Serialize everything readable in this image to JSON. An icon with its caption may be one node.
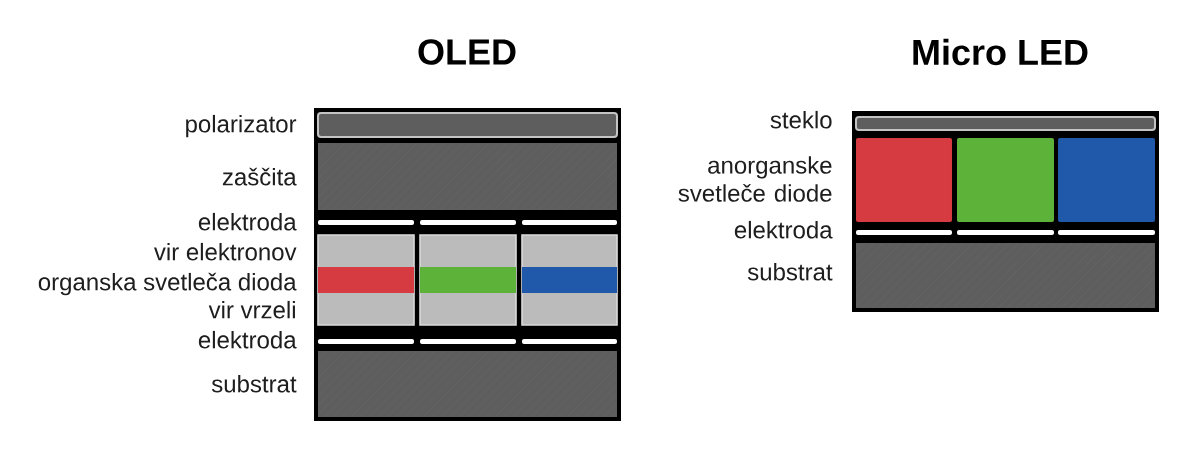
{
  "diagram": {
    "labels": [
      "OLED",
      "polarizator",
      "zaščita",
      "elektroda",
      "vir elektronov",
      "organska svetleča dioda",
      "vir vrzeli",
      "elektroda",
      "substrat",
      "Micro LED",
      "steklo",
      "anorganske svetleče diode",
      "elektroda",
      "substrat"
    ]
  }
}
